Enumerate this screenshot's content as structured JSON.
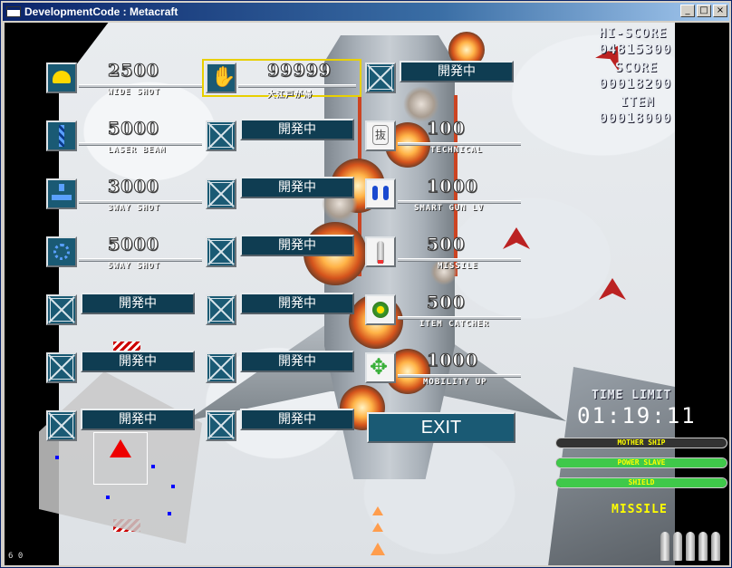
{
  "window": {
    "title": "DevelopmentCode : Metacraft",
    "controls": [
      "_",
      "□",
      "×"
    ]
  },
  "hud": {
    "hiscore_label": "HI-SCORE",
    "hiscore_value": "04815300",
    "score_label": "SCORE",
    "score_value": "00018200",
    "item_label": "ITEM",
    "item_value": "00018000",
    "time_limit_label": "TIME LIMIT",
    "time_value": "01:19:11",
    "bars": [
      {
        "label": "MOTHER SHIP",
        "fill": 0.0,
        "color": "#7a8a7a"
      },
      {
        "label": "POWER SLAVE",
        "fill": 1.0,
        "color": "#3fc94a"
      },
      {
        "label": "SHIELD",
        "fill": 1.0,
        "color": "#3fc94a"
      }
    ],
    "missile_label": "MISSILE",
    "missile_count": 5,
    "fps": "6 0"
  },
  "menu": {
    "dev_label": "開発中",
    "exit_label": "EXIT",
    "col1": [
      {
        "value": "2500",
        "caption": "WIDE SHOT",
        "icon": "helmet-icon"
      },
      {
        "value": "5000",
        "caption": "LASER BEAM",
        "icon": "laser-icon"
      },
      {
        "value": "3000",
        "caption": "3WAY SHOT",
        "icon": "three-way-icon"
      },
      {
        "value": "5000",
        "caption": "5WAY SHOT",
        "icon": "five-way-icon"
      }
    ],
    "col2_top": {
      "value": "99999",
      "caption": "大江戸が帰",
      "icon": "hand-icon"
    },
    "col3": [
      {
        "value": "100",
        "caption": "TECHNICAL",
        "icon": "nuki-icon",
        "glyph": "抜"
      },
      {
        "value": "1000",
        "caption": "SMART GUN LV",
        "icon": "smart-gun-icon"
      },
      {
        "value": "500",
        "caption": "MISSILE",
        "icon": "missile-icon"
      },
      {
        "value": "500",
        "caption": "ITEM CATCHER",
        "icon": "item-catcher-icon"
      },
      {
        "value": "1000",
        "caption": "MOBILITY UP",
        "icon": "mobility-icon"
      }
    ]
  }
}
